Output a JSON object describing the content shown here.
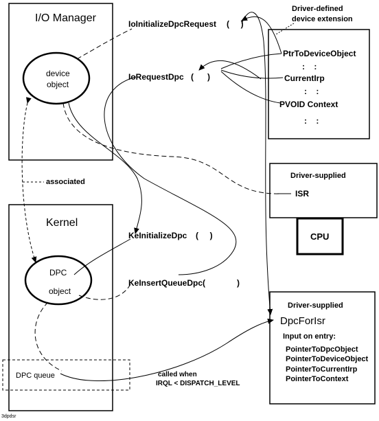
{
  "io_manager": {
    "title": "I/O Manager",
    "device_object": [
      "device",
      "object"
    ]
  },
  "kernel": {
    "title": "Kernel",
    "dpc_object": [
      "DPC",
      "object"
    ],
    "dpc_queue": "DPC queue"
  },
  "routines": {
    "io_initialize_dpc_request": "IoInitializeDpcRequest",
    "io_request_dpc": "IoRequestDpc",
    "ke_initialize_dpc": "KeInitializeDpc",
    "ke_insert_queue_dpc": "KeInsertQueueDpc("
  },
  "parens": {
    "a": "(     )",
    "b": "(     )",
    "c": "(      )",
    "d": ")"
  },
  "associated_label": "associated",
  "device_extension": {
    "caption": [
      "Driver-defined",
      "device extension"
    ],
    "fields": [
      "PtrToDeviceObject",
      "CurrentIrp",
      "PVOID Context"
    ],
    "ellipsis": ":    :"
  },
  "isr_box": {
    "caption": "Driver-supplied",
    "label": "ISR"
  },
  "cpu_label": "CPU",
  "dpc_box": {
    "caption": "Driver-supplied",
    "routine": "DpcForIsr",
    "input_heading": "Input on entry:",
    "inputs": [
      "PointerToDpcObject",
      "PointerToDeviceObject",
      "PointerToCurrentIrp",
      "PointerToContext"
    ]
  },
  "called_when": [
    "called when",
    "IRQL < DISPATCH_LEVEL"
  ],
  "corner_id": "3dpdsr"
}
